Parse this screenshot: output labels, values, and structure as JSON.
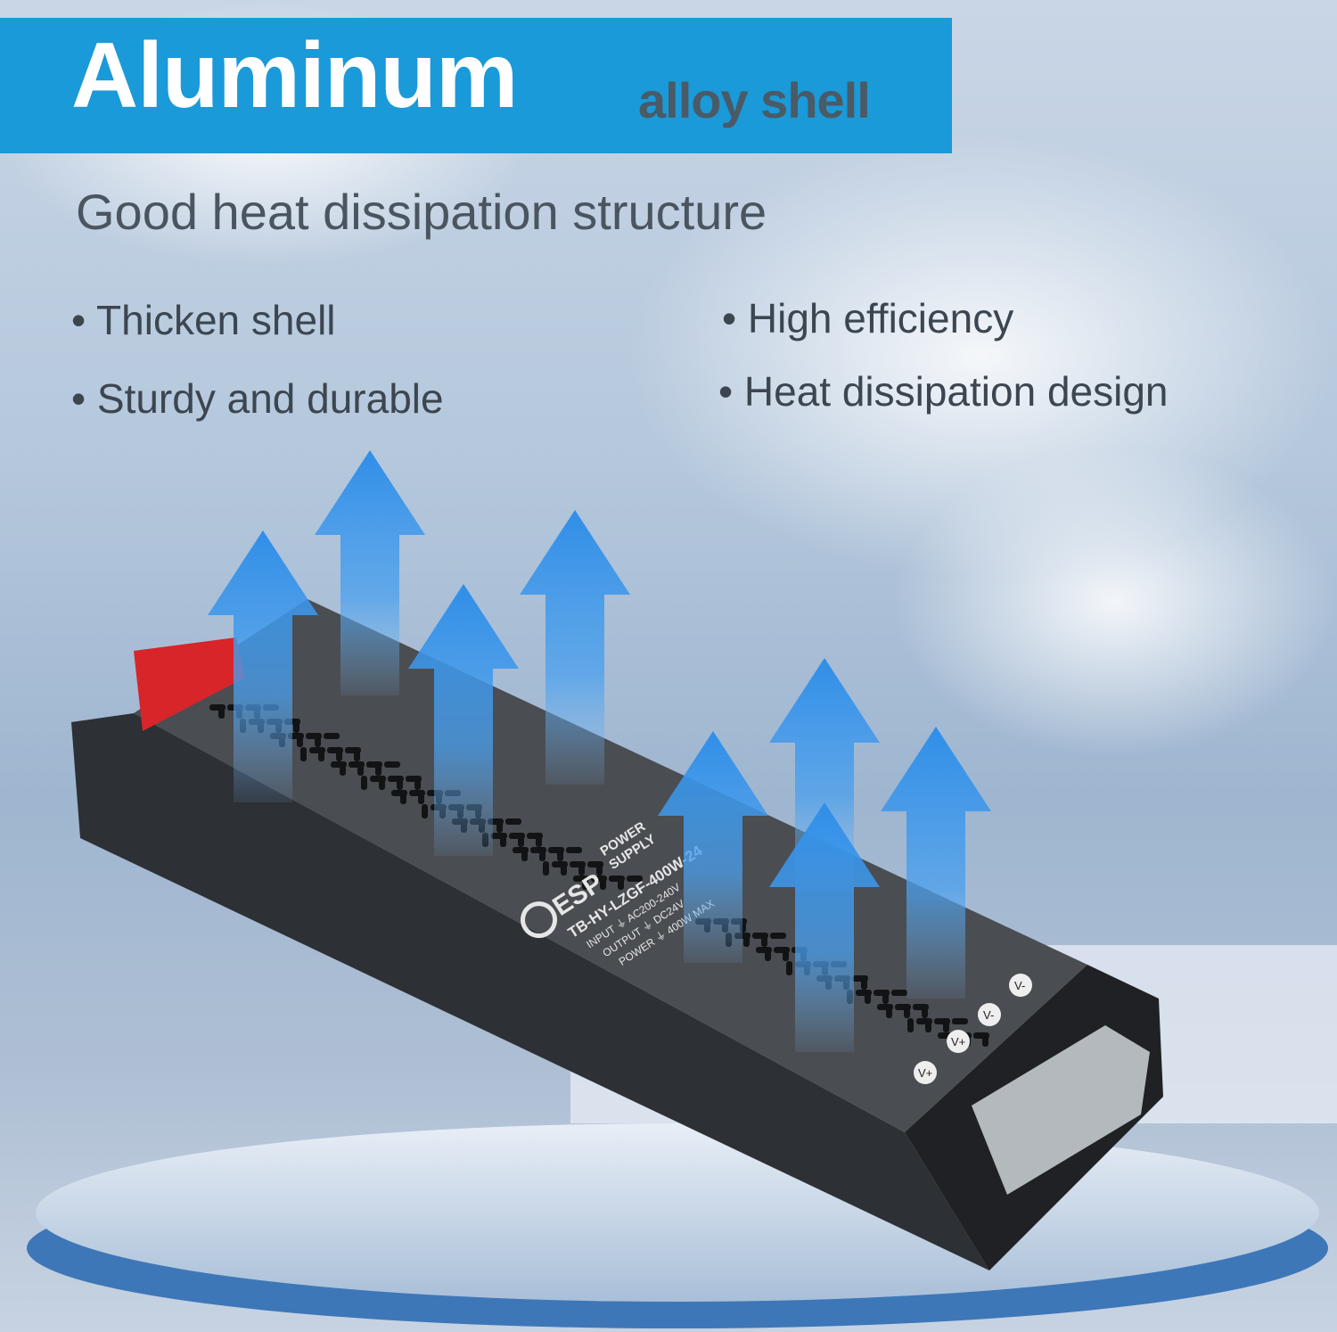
{
  "banner": {
    "title": "Aluminum",
    "subtitle": "alloy shell"
  },
  "heading": "Good heat dissipation structure",
  "features_left": [
    "• Thicken shell",
    "• Sturdy and durable"
  ],
  "features_right": [
    "• High efficiency",
    "• Heat dissipation design"
  ],
  "device_label": {
    "brand": "ESP",
    "line1": "POWER",
    "line2": "SUPPLY",
    "model": "TB-HY-LZGF-400W-24",
    "input": "INPUT ⏚ AC200-240V",
    "output": "OUTPUT ⏚ DC24V",
    "power": "POWER ⏚ 400W MAX"
  },
  "terminals": [
    "V+",
    "V+",
    "V-",
    "V-"
  ],
  "colors": {
    "banner": "#1a9ad8",
    "arrow": "#2f8ee8",
    "device": "#3a3d42"
  }
}
